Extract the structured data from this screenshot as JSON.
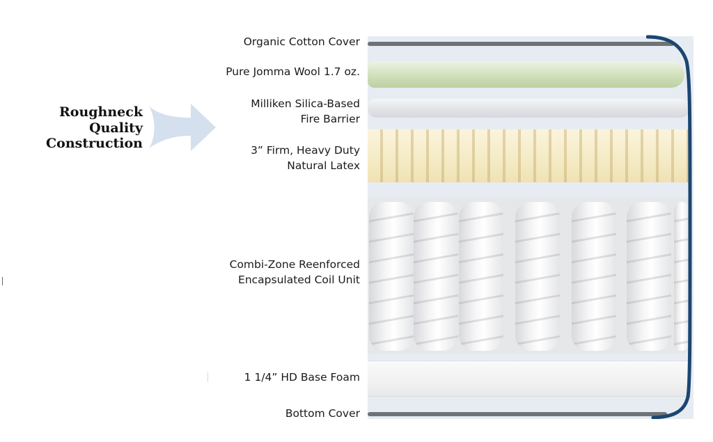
{
  "heading": {
    "lines": [
      "Roughneck",
      "Quality",
      "Construction"
    ]
  },
  "layers": [
    {
      "id": "cover-top",
      "lines": [
        "Organic Cotton Cover"
      ]
    },
    {
      "id": "wool",
      "lines": [
        "Pure Jomma Wool 1.7 oz."
      ]
    },
    {
      "id": "fire-barrier",
      "lines": [
        "Milliken Silica-Based",
        "Fire Barrier"
      ]
    },
    {
      "id": "latex",
      "lines": [
        "3” Firm, Heavy Duty",
        "Natural Latex"
      ]
    },
    {
      "id": "coil-unit",
      "lines": [
        "Combi-Zone Reenforced",
        "Encapsulated Coil Unit"
      ]
    },
    {
      "id": "base-foam",
      "lines": [
        "1 1/4” HD Base Foam"
      ]
    },
    {
      "id": "cover-bottom",
      "lines": [
        "Bottom Cover"
      ]
    }
  ],
  "colors": {
    "arrow": "#d4e0ee",
    "edge": "#1b4670",
    "cover_line": "#6f7276"
  },
  "icons": {
    "arrow": "right-arrow-icon"
  }
}
